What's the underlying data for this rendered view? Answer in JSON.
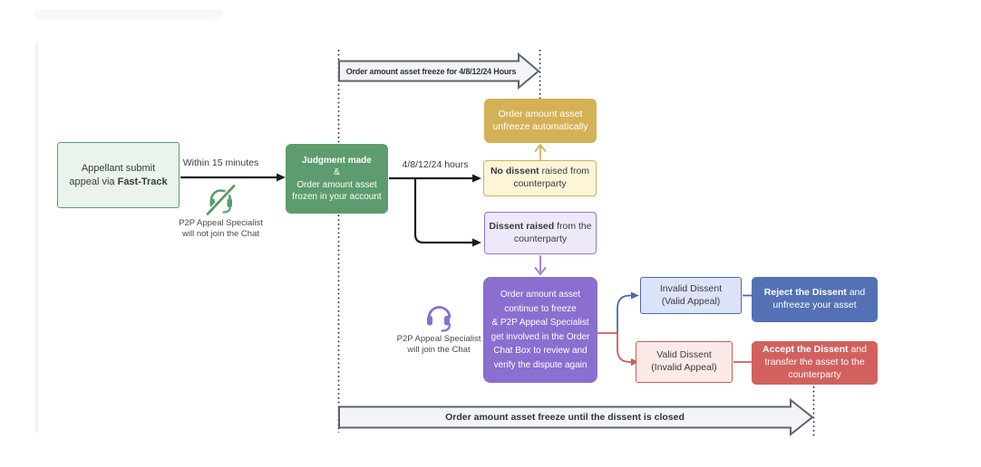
{
  "banners": {
    "top": "Order amount asset freeze for 4/8/12/24 Hours",
    "bottom": "Order amount asset freeze until the dissent is closed"
  },
  "labels": {
    "within_15": "Within 15 minutes",
    "hours": "4/8/12/24 hours",
    "specialist_absent_line1": "P2P Appeal Specialist",
    "specialist_absent_line2": "will not join the Chat",
    "specialist_join_line1": "P2P Appeal Specialist",
    "specialist_join_line2": "will join the Chat"
  },
  "nodes": {
    "appellant": {
      "line1": "Appellant submit",
      "line2_pre": "appeal via ",
      "line2_bold": "Fast-Track"
    },
    "judgment": {
      "bold": "Judgment made",
      "amp": "&",
      "line3": "Order amount asset",
      "line4": "frozen in your account"
    },
    "unfreeze": {
      "line1": "Order amount asset",
      "line2": "unfreeze automatically"
    },
    "no_dissent": {
      "bold": "No dissent",
      "rest": " raised from",
      "line2": "counterparty"
    },
    "dissent": {
      "bold": "Dissent raised",
      "rest": " from the",
      "line2": "counterparty"
    },
    "continue_freeze": {
      "lines": [
        "Order amount asset",
        "continue to freeze",
        "& P2P Appeal Specialist",
        "get involved in the Order",
        "Chat Box to review and",
        "verify the dispute again"
      ]
    },
    "invalid_dissent": {
      "line1": "Invalid Dissent",
      "line2": "(Valid Appeal)"
    },
    "valid_dissent": {
      "line1": "Valid Dissent",
      "line2": "(Invalid Appeal)"
    },
    "reject": {
      "bold": "Reject the Dissent",
      "rest": " and",
      "line2": "unfreeze your asset"
    },
    "accept": {
      "bold": "Accept the Dissent",
      "rest": " and",
      "line2": "transfer the asset to the counterparty"
    }
  },
  "icons": {
    "specialist_absent": "headset-slash-icon",
    "specialist_join": "headset-icon"
  },
  "colors": {
    "green": "#5d9c6e",
    "green_light": "#e9f4ea",
    "gold": "#d4b157",
    "gold_light": "#fdf5d8",
    "purple": "#8a6ed0",
    "purple_border": "#9477d2",
    "purple_light": "#eee8fb",
    "blue": "#5471b5",
    "blue_border": "#4c67b4",
    "blue_light": "#dce3f7",
    "red": "#d2615e",
    "red_border": "#cf5b57",
    "red_light": "#fbeae8",
    "arrow_fill": "#f3f4f6",
    "arrow_border": "#5d6470",
    "ink": "#1c1c1c",
    "text": "#3b3b3b"
  }
}
